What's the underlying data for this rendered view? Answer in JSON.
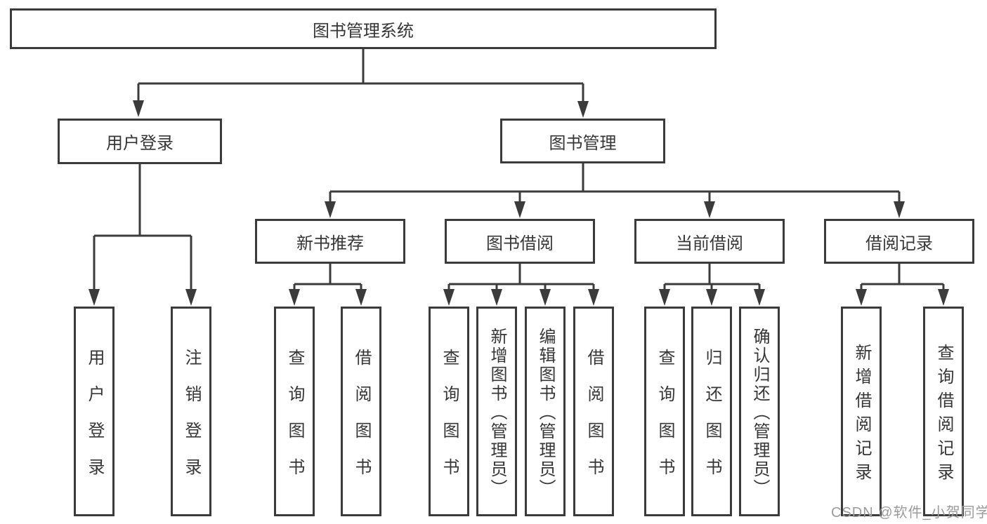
{
  "tree": {
    "root": "图书管理系统",
    "children": [
      {
        "label": "用户登录",
        "children": [
          "用户登录",
          "注销登录"
        ]
      },
      {
        "label": "图书管理",
        "children": [
          {
            "label": "新书推荐",
            "children": [
              "查询图书",
              "借阅图书"
            ]
          },
          {
            "label": "图书借阅",
            "children": [
              "查询图书",
              "新增图书（管理员）",
              "编辑图书（管理员）",
              "借阅图书"
            ]
          },
          {
            "label": "当前借阅",
            "children": [
              "查询图书",
              "归还图书",
              "确认归还（管理员）"
            ]
          },
          {
            "label": "借阅记录",
            "children": [
              "新增借阅记录",
              "查询借阅记录"
            ]
          }
        ]
      }
    ]
  },
  "watermark": "CSDN @软件_小贺同学",
  "colors": {
    "line": "#3b3b3b",
    "text": "#363636",
    "watermark": "#9b9b9b",
    "background": "#ffffff"
  }
}
